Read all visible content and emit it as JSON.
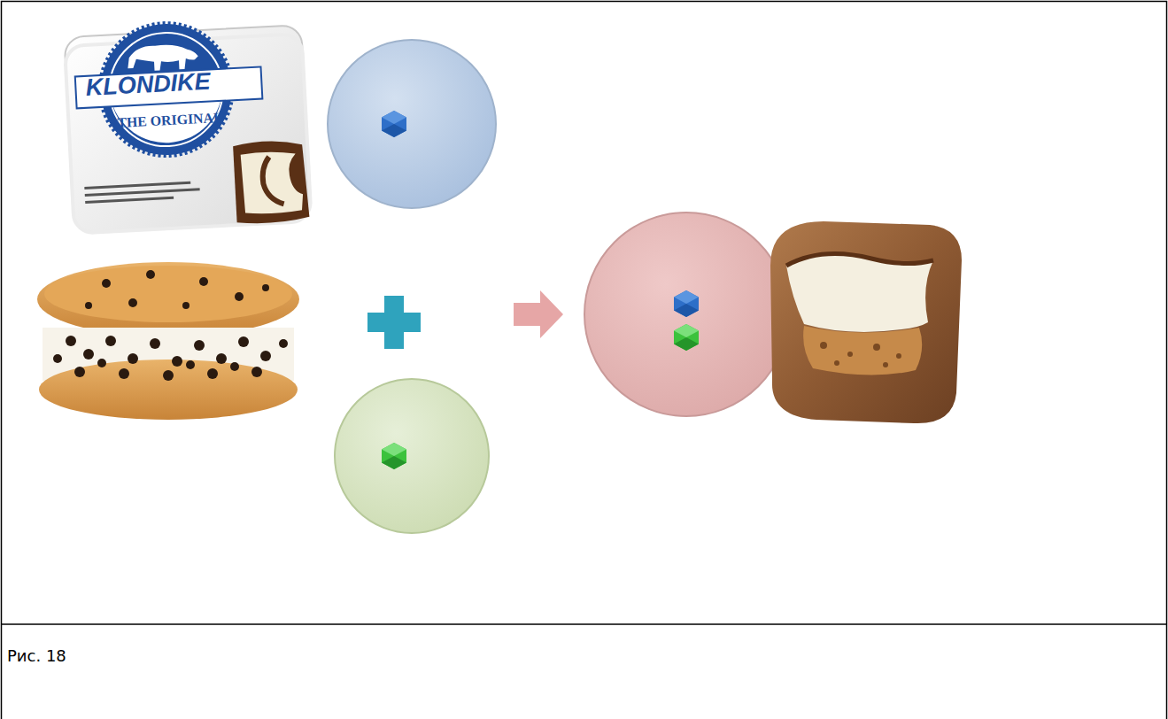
{
  "diagram": {
    "caption": "Рис. 18",
    "labels": [
      "KLONDIKE",
      "THE ORIGINAL"
    ]
  }
}
